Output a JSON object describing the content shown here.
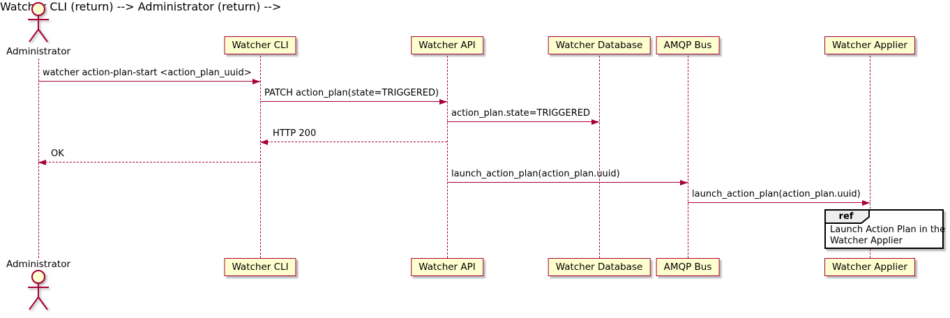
{
  "diagram": {
    "type": "uml-sequence-diagram",
    "colors": {
      "accent": "#A80036",
      "participant_fill": "#FEFECE",
      "ref_tab_fill": "#EEEEEE",
      "ref_border": "#000000",
      "text": "#000000",
      "background": "#FFFFFF"
    },
    "actor": {
      "name": "Administrator"
    },
    "participants": [
      {
        "name": "Watcher CLI"
      },
      {
        "name": "Watcher API"
      },
      {
        "name": "Watcher Database"
      },
      {
        "name": "AMQP Bus"
      },
      {
        "name": "Watcher Applier"
      }
    ],
    "messages": [
      {
        "from": "Administrator",
        "to": "Watcher CLI",
        "label": "watcher action-plan-start <action_plan_uuid>",
        "line": "solid"
      },
      {
        "from": "Watcher CLI",
        "to": "Watcher API",
        "label": "PATCH action_plan(state=TRIGGERED)",
        "line": "solid"
      },
      {
        "from": "Watcher API",
        "to": "Watcher Database",
        "label": "action_plan.state=TRIGGERED",
        "line": "solid"
      },
      {
        "from": "Watcher API",
        "to": "Watcher CLI",
        "label": "HTTP 200",
        "line": "dashed"
      },
      {
        "from": "Watcher CLI",
        "to": "Administrator",
        "label": "OK",
        "line": "dashed"
      },
      {
        "from": "Watcher API",
        "to": "AMQP Bus",
        "label": "launch_action_plan(action_plan.uuid)",
        "line": "solid"
      },
      {
        "from": "AMQP Bus",
        "to": "Watcher Applier",
        "label": "launch_action_plan(action_plan.uuid)",
        "line": "solid"
      }
    ],
    "ref": {
      "tag": "ref",
      "line1": "Launch Action Plan in the",
      "line2": "Watcher Applier"
    }
  }
}
